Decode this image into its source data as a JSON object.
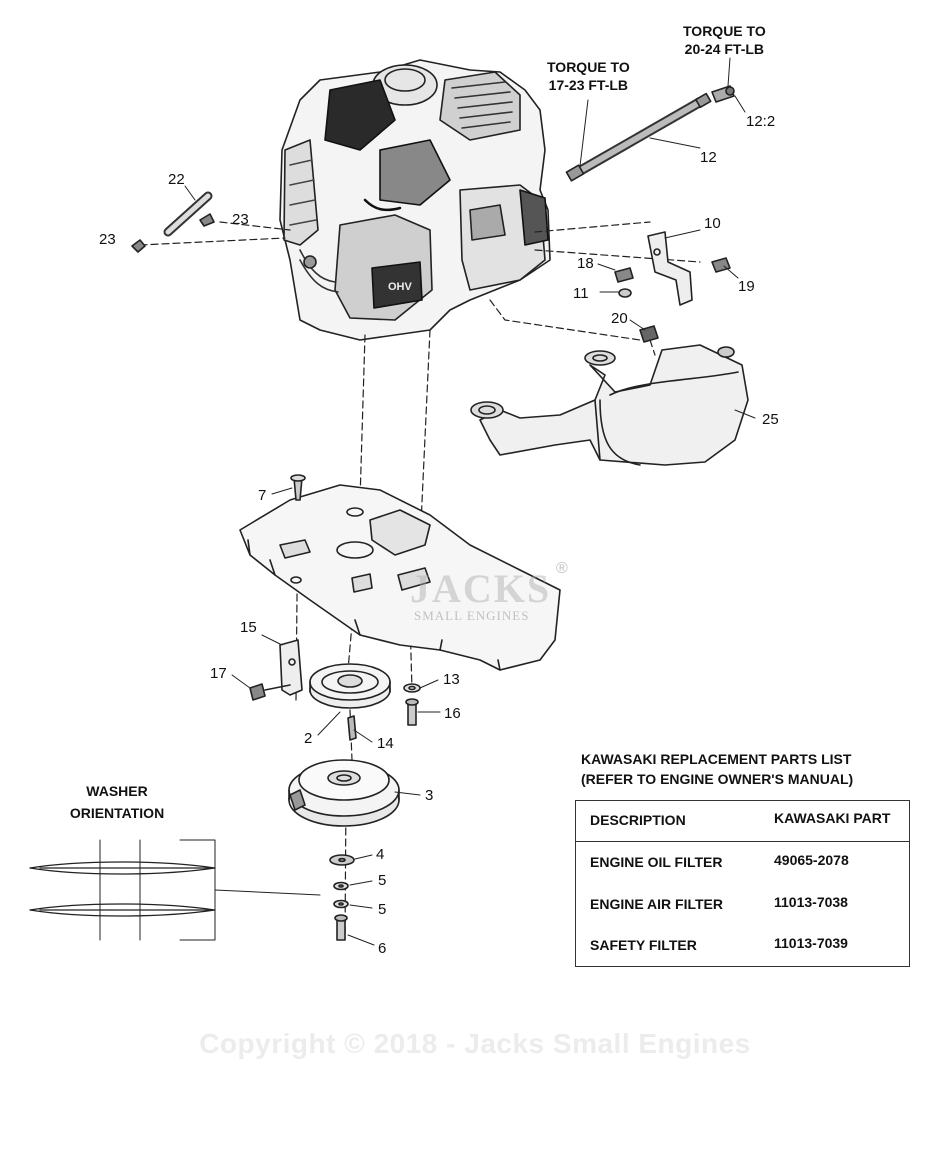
{
  "notes": {
    "torque_right": [
      "TORQUE TO",
      "20-24 FT-LB"
    ],
    "torque_left": [
      "TORQUE TO",
      "17-23 FT-LB"
    ]
  },
  "callouts": [
    {
      "id": "c-12-2",
      "label": "12:2"
    },
    {
      "id": "c-12",
      "label": "12"
    },
    {
      "id": "c-22",
      "label": "22"
    },
    {
      "id": "c-23a",
      "label": "23"
    },
    {
      "id": "c-23b",
      "label": "23"
    },
    {
      "id": "c-10",
      "label": "10"
    },
    {
      "id": "c-18",
      "label": "18"
    },
    {
      "id": "c-19",
      "label": "19"
    },
    {
      "id": "c-11",
      "label": "11"
    },
    {
      "id": "c-20",
      "label": "20"
    },
    {
      "id": "c-25",
      "label": "25"
    },
    {
      "id": "c-7",
      "label": "7"
    },
    {
      "id": "c-15",
      "label": "15"
    },
    {
      "id": "c-17",
      "label": "17"
    },
    {
      "id": "c-13",
      "label": "13"
    },
    {
      "id": "c-16",
      "label": "16"
    },
    {
      "id": "c-2",
      "label": "2"
    },
    {
      "id": "c-14",
      "label": "14"
    },
    {
      "id": "c-3",
      "label": "3"
    },
    {
      "id": "c-4",
      "label": "4"
    },
    {
      "id": "c-5a",
      "label": "5"
    },
    {
      "id": "c-5b",
      "label": "5"
    },
    {
      "id": "c-6",
      "label": "6"
    }
  ],
  "washer_orientation": {
    "line1": "WASHER",
    "line2": "ORIENTATION"
  },
  "parts_list": {
    "heading1": "KAWASAKI REPLACEMENT PARTS LIST",
    "heading2": "(REFER TO ENGINE OWNER'S MANUAL)",
    "columns": [
      "DESCRIPTION",
      "KAWASAKI PART"
    ],
    "rows": [
      {
        "description": "ENGINE OIL FILTER",
        "part": "49065-2078"
      },
      {
        "description": "ENGINE AIR FILTER",
        "part": "11013-7038"
      },
      {
        "description": "SAFETY FILTER",
        "part": "11013-7039"
      }
    ]
  },
  "watermark": {
    "logo": "JACKS",
    "subtitle": "SMALL ENGINES",
    "registered": "®",
    "copyright": "Copyright © 2018 - Jacks Small Engines"
  }
}
